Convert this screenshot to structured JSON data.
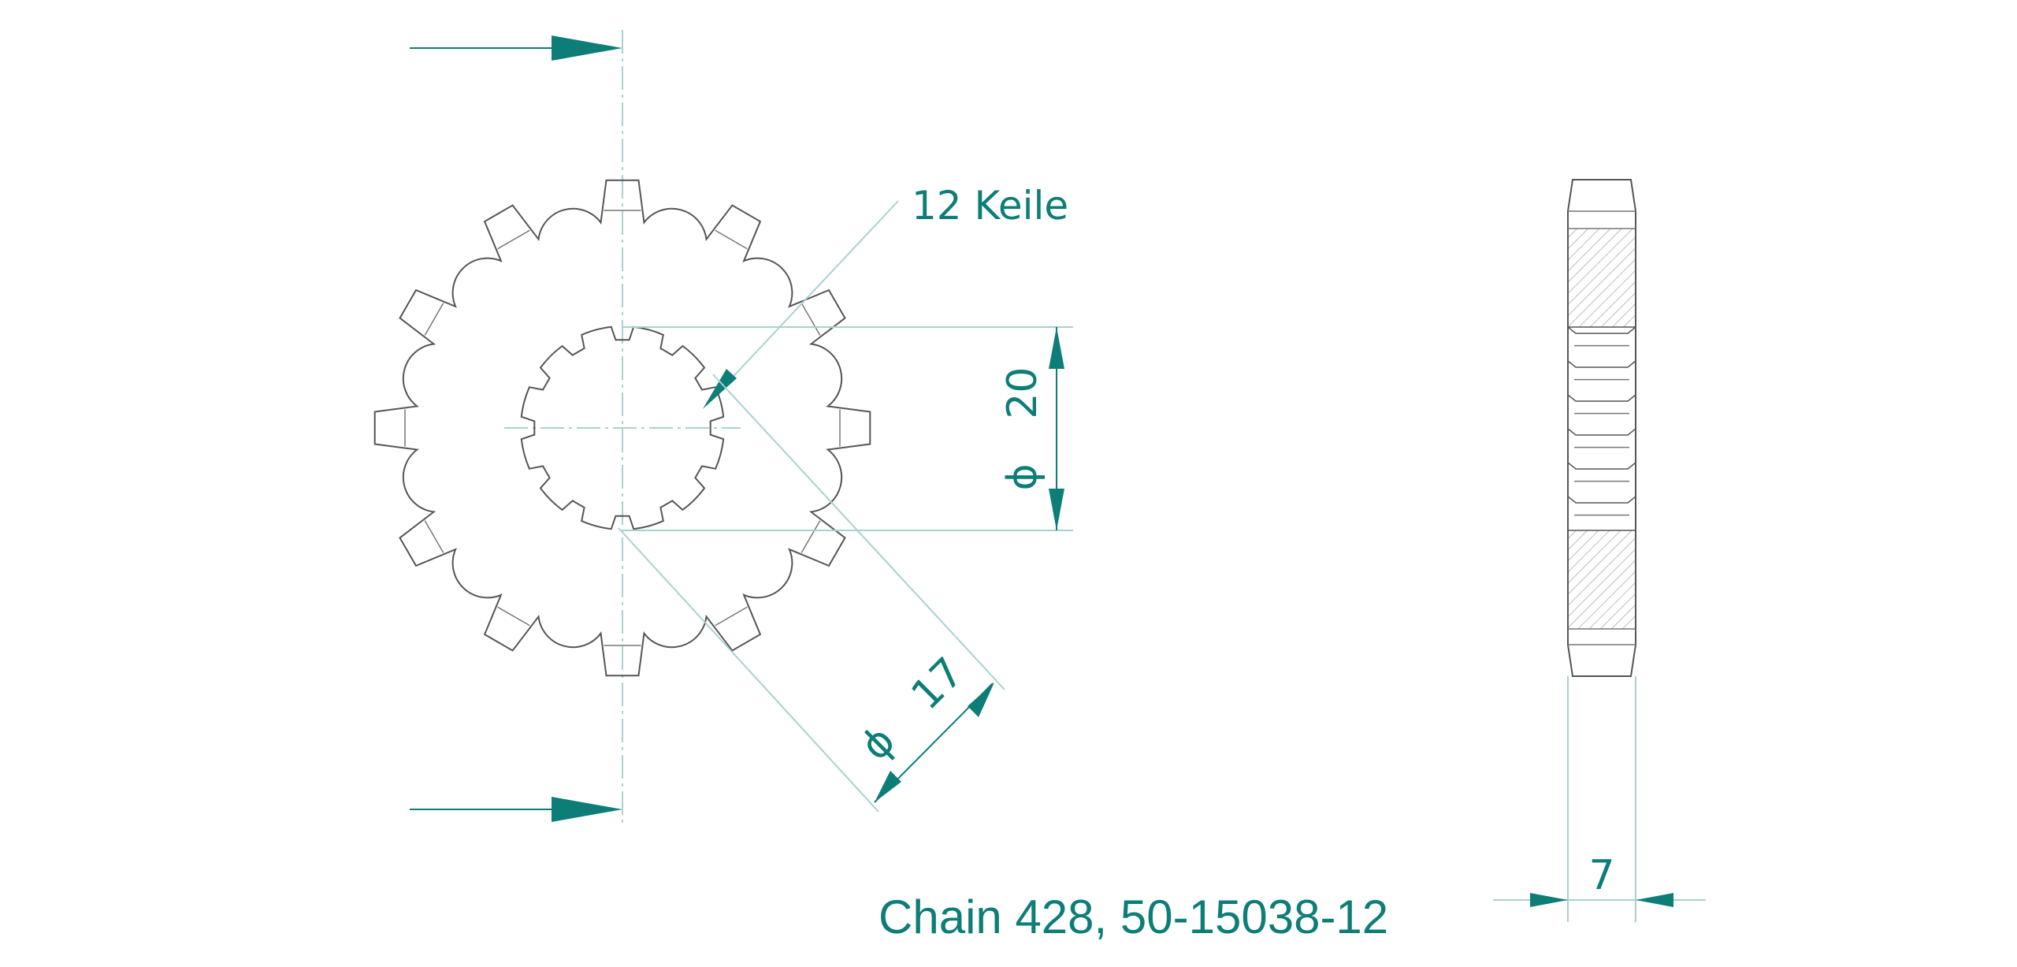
{
  "colors": {
    "accent": "#0d7d78",
    "outline": "#555555",
    "guide": "#a9d1ce",
    "hatch": "#bdbdbd"
  },
  "sprocket": {
    "teeth": 12,
    "splines": 12
  },
  "labels": {
    "splines": "12 Keile",
    "bore_diameter": "20",
    "spline_diameter": "17",
    "thickness": "7",
    "diameter_symbol": "ϕ",
    "caption": "Chain 428, 50-15038-12"
  }
}
